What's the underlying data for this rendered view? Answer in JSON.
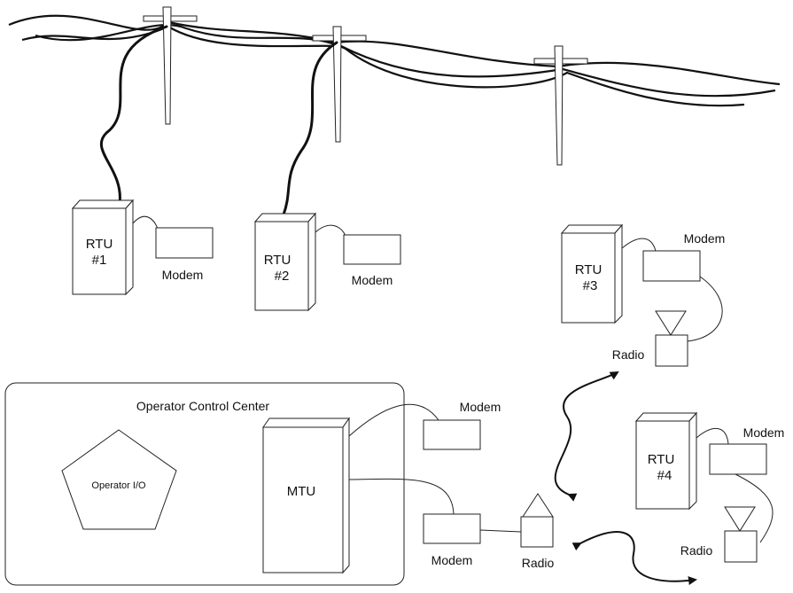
{
  "diagram": {
    "control_center_title": "Operator Control Center",
    "operator_io_label": "Operator I/O",
    "mtu_label": "MTU",
    "rtus": [
      {
        "line1": "RTU",
        "line2": "#1"
      },
      {
        "line1": "RTU",
        "line2": "#2"
      },
      {
        "line1": "RTU",
        "line2": "#3"
      },
      {
        "line1": "RTU",
        "line2": "#4"
      }
    ],
    "modem_label": "Modem",
    "radio_label": "Radio"
  }
}
